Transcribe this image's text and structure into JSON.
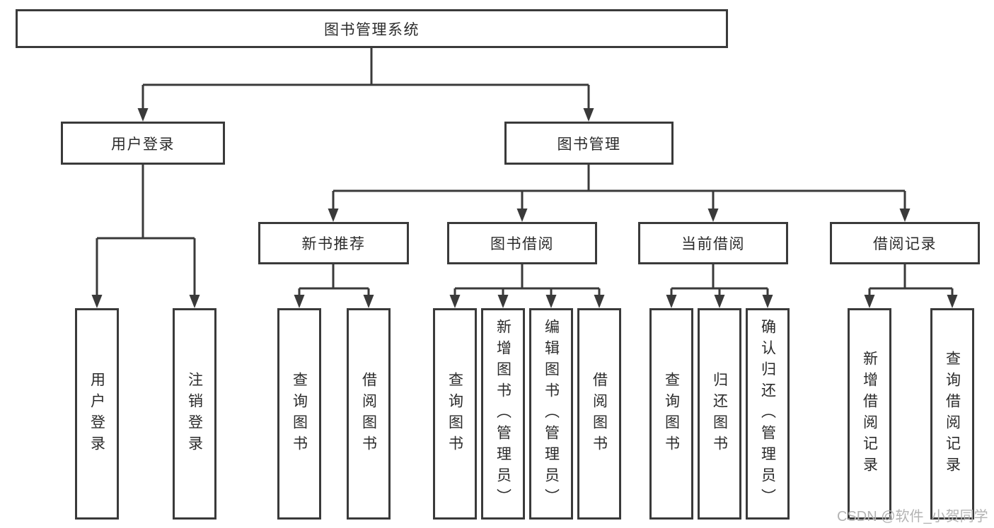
{
  "colors": {
    "line": "#3a3a3a",
    "ink": "#2b2b2b",
    "watermark": "#b3b3b3",
    "box_bg": "#ffffff"
  },
  "tree": {
    "root": {
      "label": "图书管理系统",
      "children": [
        {
          "label": "用户登录",
          "children": [
            {
              "label": "用户登录"
            },
            {
              "label": "注销登录"
            }
          ]
        },
        {
          "label": "图书管理",
          "children": [
            {
              "label": "新书推荐",
              "children": [
                {
                  "label": "查询图书"
                },
                {
                  "label": "借阅图书"
                }
              ]
            },
            {
              "label": "图书借阅",
              "children": [
                {
                  "label": "查询图书"
                },
                {
                  "label": "新增图书（管理员）"
                },
                {
                  "label": "编辑图书（管理员）"
                },
                {
                  "label": "借阅图书"
                }
              ]
            },
            {
              "label": "当前借阅",
              "children": [
                {
                  "label": "查询图书"
                },
                {
                  "label": "归还图书"
                },
                {
                  "label": "确认归还（管理员）"
                }
              ]
            },
            {
              "label": "借阅记录",
              "children": [
                {
                  "label": "新增借阅记录"
                },
                {
                  "label": "查询借阅记录"
                }
              ]
            }
          ]
        }
      ]
    }
  },
  "watermark": {
    "text": "CSDN @软件_小贺同学"
  }
}
